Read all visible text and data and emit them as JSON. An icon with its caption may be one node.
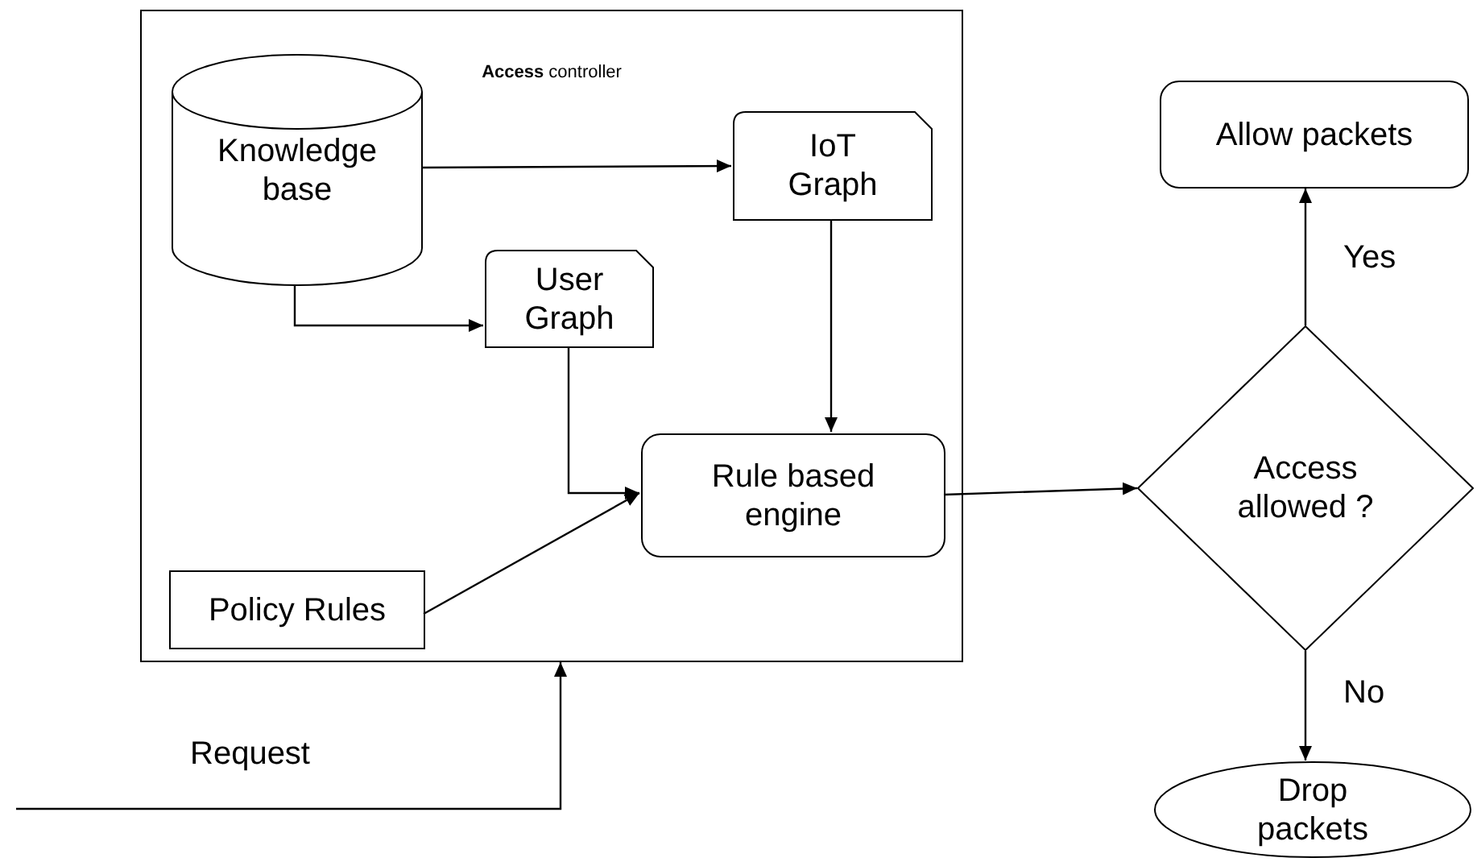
{
  "diagram": {
    "nodes": [
      {
        "text": [
          "**Access** controller"
        ]
      },
      {
        "text": [
          "Knowledge base"
        ],
        "in": 0
      },
      {
        "text": [
          "IoT Graph"
        ],
        "in": 0
      },
      {
        "text": [
          "User Graph"
        ],
        "in": 0
      },
      {
        "text": [
          "Rule based engine"
        ],
        "in": 0
      },
      {
        "text": [
          "Policy Rules"
        ],
        "in": 0
      },
      {
        "text": [
          "Access allowed ?"
        ]
      },
      {
        "text": [
          "Allow packets"
        ]
      },
      {
        "text": [
          "Drop packets"
        ]
      }
    ],
    "edges": [
      {
        "from": 1,
        "to": 2,
        "arrow": "to"
      },
      {
        "from": 1,
        "to": 3,
        "arrow": "to"
      },
      {
        "from": 2,
        "to": 4,
        "arrow": "to"
      },
      {
        "from": 3,
        "to": 4,
        "arrow": "to"
      },
      {
        "from": 5,
        "to": 4,
        "arrow": "to"
      },
      {
        "from": 4,
        "to": 6,
        "arrow": "to"
      },
      {
        "from": 6,
        "to": 7,
        "arrow": "to",
        "label": "Yes"
      },
      {
        "from": 6,
        "to": 8,
        "arrow": "to",
        "label": "No"
      },
      {
        "from": null,
        "to": 0,
        "arrow": "to",
        "label": "Request"
      }
    ]
  }
}
